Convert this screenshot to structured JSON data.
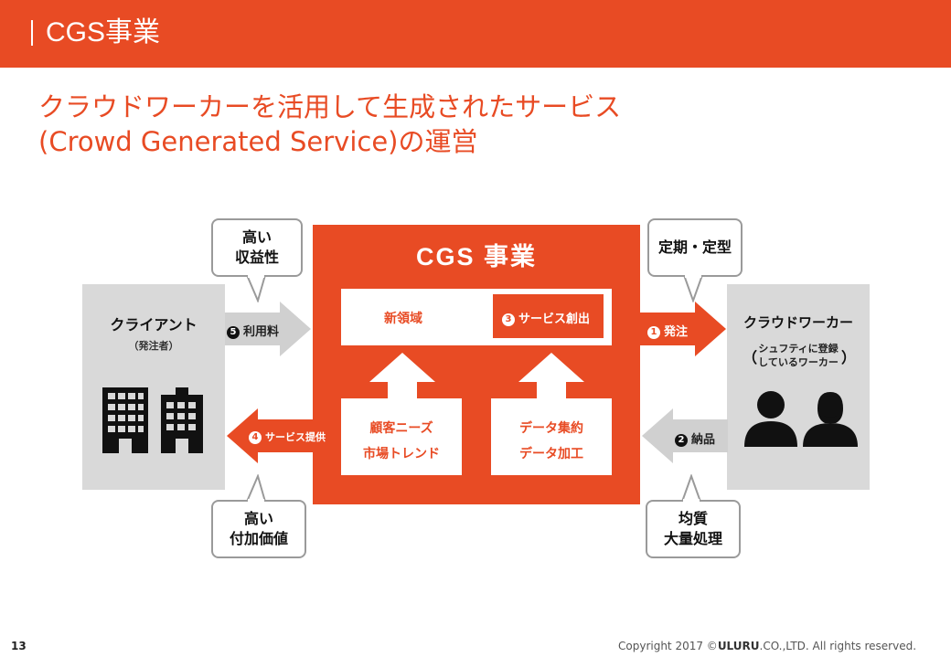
{
  "header": {
    "title": "CGS事業"
  },
  "subtitle": {
    "line1": "クラウドワーカーを活用して生成されたサービス",
    "line2": "(Crowd Generated Service)の運営"
  },
  "center": {
    "title": "CGS 事業",
    "new_area": "新領域",
    "service_creation_num": "3",
    "service_creation": "サービス創出",
    "box_left_line1": "顧客ニーズ",
    "box_left_line2": "市場トレンド",
    "box_right_line1": "データ集約",
    "box_right_line2": "データ加工"
  },
  "client": {
    "title": "クライアント",
    "sub": "（発注者）"
  },
  "worker": {
    "title": "クラウドワーカー",
    "sub_line1": "シュフティに登録",
    "sub_line2": "しているワーカー",
    "paren_open": "（",
    "paren_close": "）"
  },
  "arrows": {
    "fee_num": "5",
    "fee": "利用料",
    "order_num": "1",
    "order": "発注",
    "delivery_num": "2",
    "delivery": "納品",
    "service_num": "4",
    "service": "サービス提供"
  },
  "bubbles": {
    "top_left_line1": "高い",
    "top_left_line2": "収益性",
    "bottom_left_line1": "高い",
    "bottom_left_line2": "付加価値",
    "top_right": "定期・定型",
    "bottom_right_line1": "均質",
    "bottom_right_line2": "大量処理"
  },
  "footer": {
    "page": "13",
    "copy_prefix": "Copyright 2017 ©",
    "brand": "ULURU",
    "copy_suffix": ".CO.,LTD. All rights reserved."
  },
  "colors": {
    "accent": "#e84b24",
    "panel": "#d9d9d9",
    "arrow_gray": "#d0d0d0"
  }
}
